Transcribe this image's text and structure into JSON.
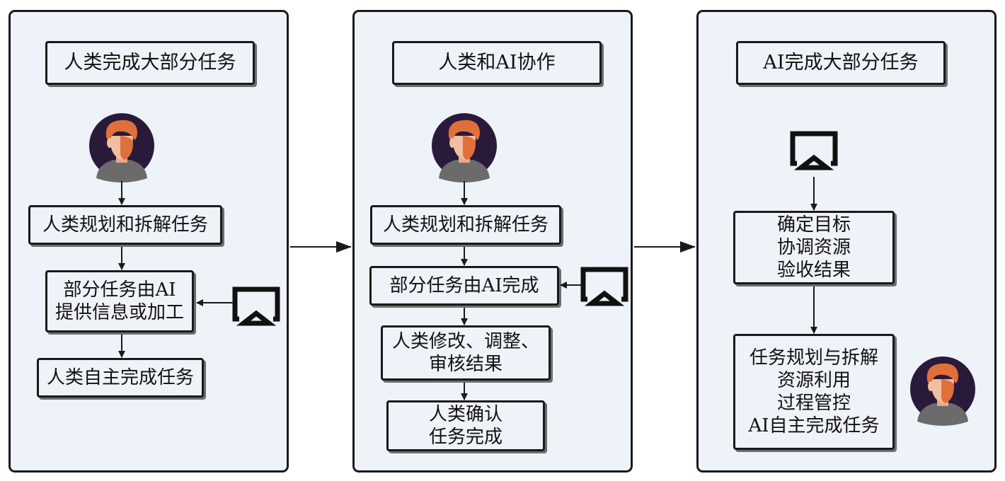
{
  "panels": [
    {
      "title": "人类完成大部分任务",
      "steps": [
        "人类规划和拆解任务",
        "部分任务由AI\n提供信息或加工",
        "人类自主完成任务"
      ]
    },
    {
      "title": "人类和AI协作",
      "steps": [
        "人类规划和拆解任务",
        "部分任务由AI完成",
        "人类修改、调整、\n审核结果",
        "人类确认\n任务完成"
      ]
    },
    {
      "title": "AI完成大部分任务",
      "steps": [
        "确定目标\n协调资源\n验收结果",
        "任务规划与拆解\n资源利用\n过程管控\nAI自主完成任务"
      ]
    }
  ],
  "icons": {
    "human": "human-avatar-icon",
    "ai": "ai-display-icon"
  },
  "colors": {
    "panel_bg": "#eef2f9",
    "border": "#1a1a1a",
    "avatar_bg": "#2a1a3a",
    "hair": "#e0703a",
    "skin": "#f0bfa0",
    "shirt": "#6b6b6b"
  }
}
